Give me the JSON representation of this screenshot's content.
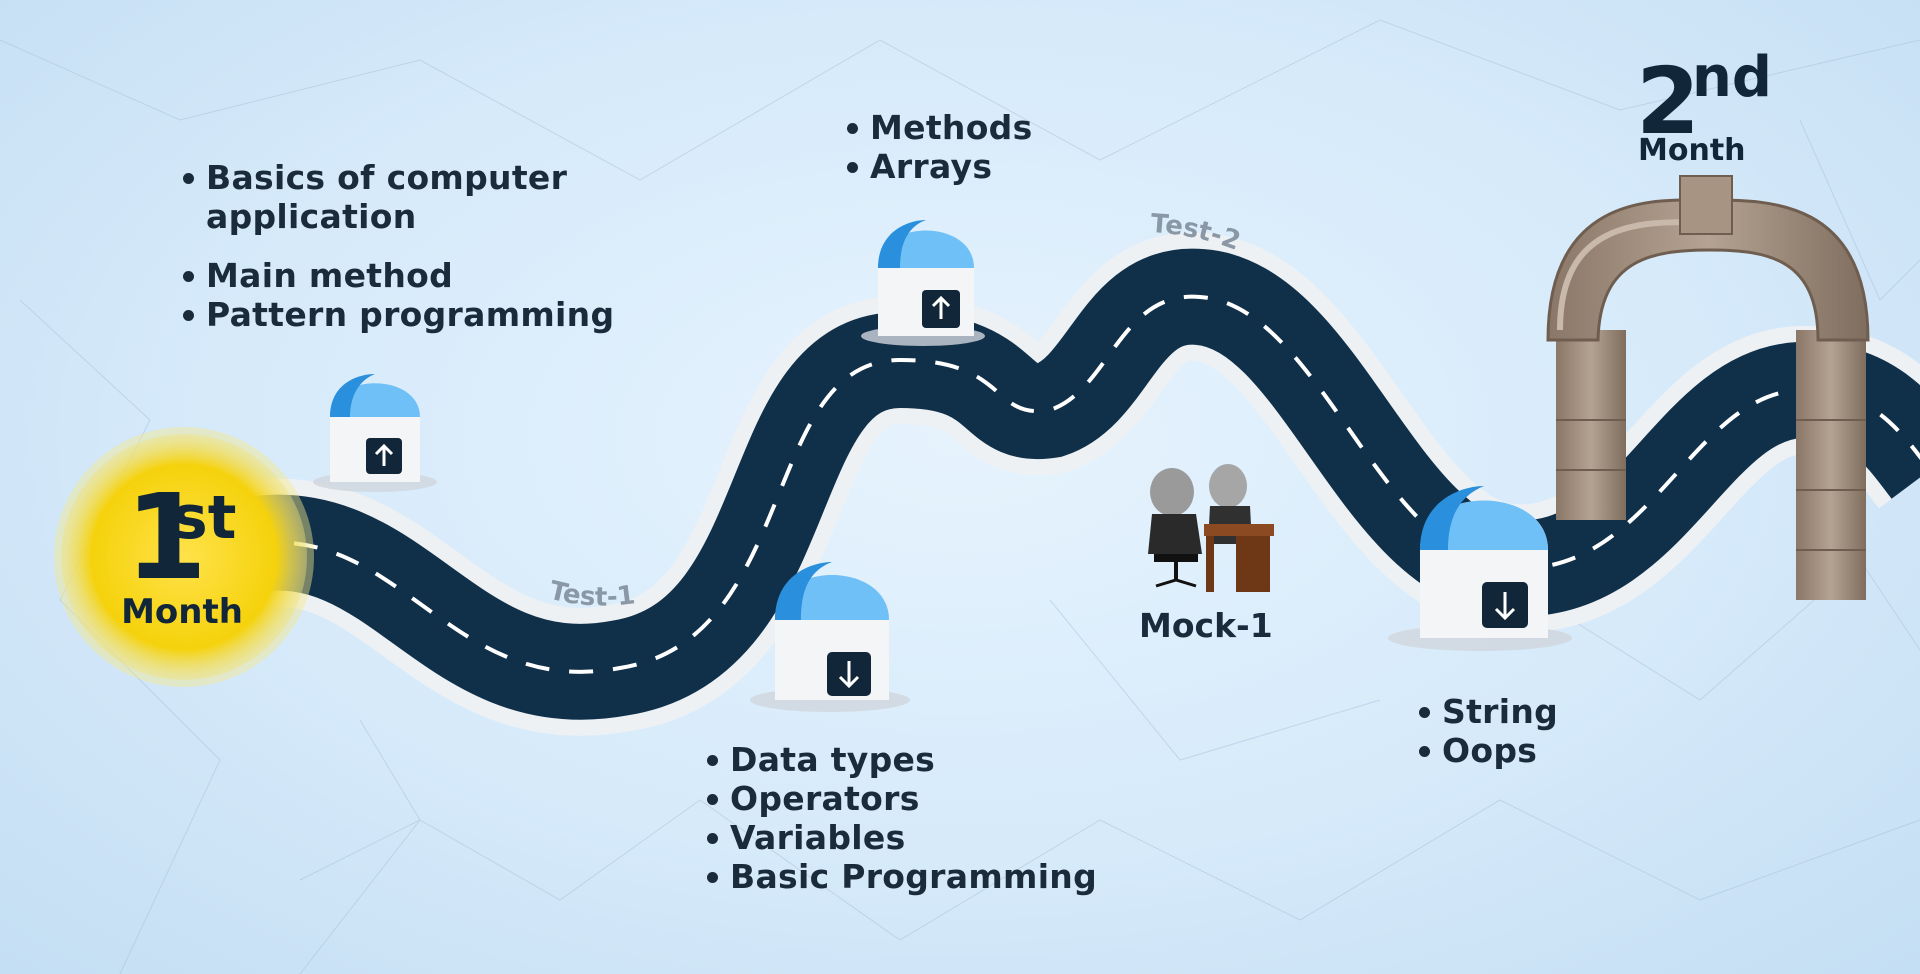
{
  "start": {
    "number": "1",
    "suffix": "st",
    "label": "Month"
  },
  "end": {
    "number": "2",
    "suffix": "nd",
    "label": "Month"
  },
  "tests": {
    "test1": "Test-1",
    "test2": "Test-2"
  },
  "mock": {
    "label": "Mock-1"
  },
  "topics": {
    "group1": [
      "Basics of computer",
      "application"
    ],
    "group2": [
      "Main method",
      "Pattern programming"
    ],
    "group3": [
      "Methods",
      "Arrays"
    ],
    "group4": [
      "Data types",
      "Operators",
      "Variables",
      "Basic Programming"
    ],
    "group5": [
      "String",
      "Oops"
    ]
  },
  "colors": {
    "road": "#10304a",
    "road_edge": "#f2f4f6",
    "sun": "#f5d20c",
    "milestone_cap": "#6ec0f7",
    "milestone_cap_dark": "#2a8fdc",
    "arch": "#9b8878"
  },
  "icons": [
    "up-arrow-icon",
    "down-arrow-icon",
    "people-at-desk-icon",
    "stone-arch-icon"
  ]
}
